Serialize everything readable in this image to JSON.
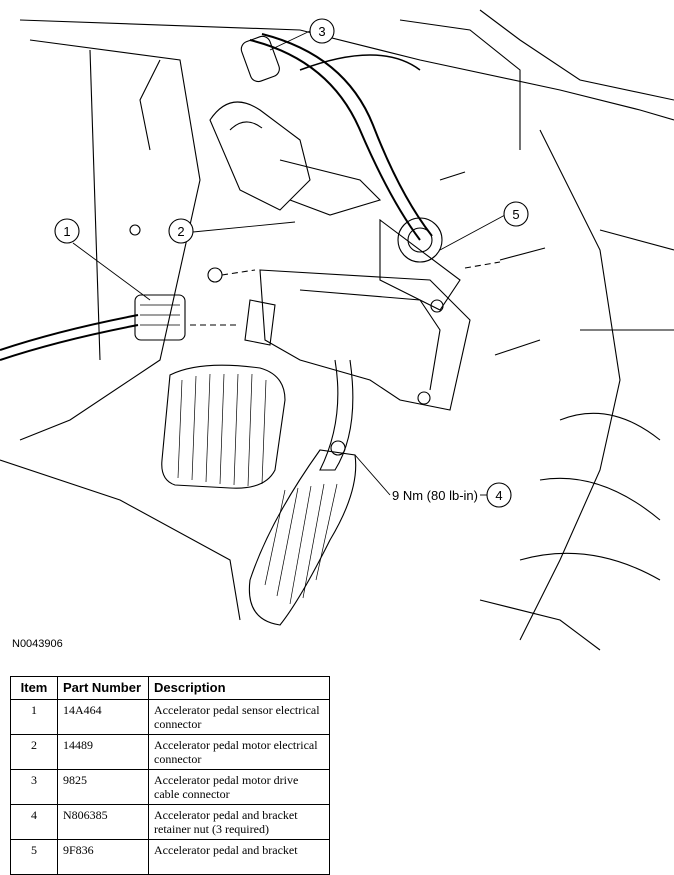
{
  "figure": {
    "id": "N0043906",
    "torque_label": "9 Nm (80 lb-in)",
    "callouts": [
      "1",
      "2",
      "3",
      "4",
      "5"
    ]
  },
  "table": {
    "headers": {
      "item": "Item",
      "part_number": "Part Number",
      "description": "Description"
    },
    "rows": [
      {
        "item": "1",
        "part_number": "14A464",
        "description": "Accelerator pedal sensor electrical connector"
      },
      {
        "item": "2",
        "part_number": "14489",
        "description": "Accelerator pedal motor electrical connector"
      },
      {
        "item": "3",
        "part_number": "9825",
        "description": "Accelerator pedal motor drive cable connector"
      },
      {
        "item": "4",
        "part_number": "N806385",
        "description": "Accelerator pedal and bracket retainer nut (3 required)"
      },
      {
        "item": "5",
        "part_number": "9F836",
        "description": "Accelerator pedal and bracket"
      }
    ]
  }
}
